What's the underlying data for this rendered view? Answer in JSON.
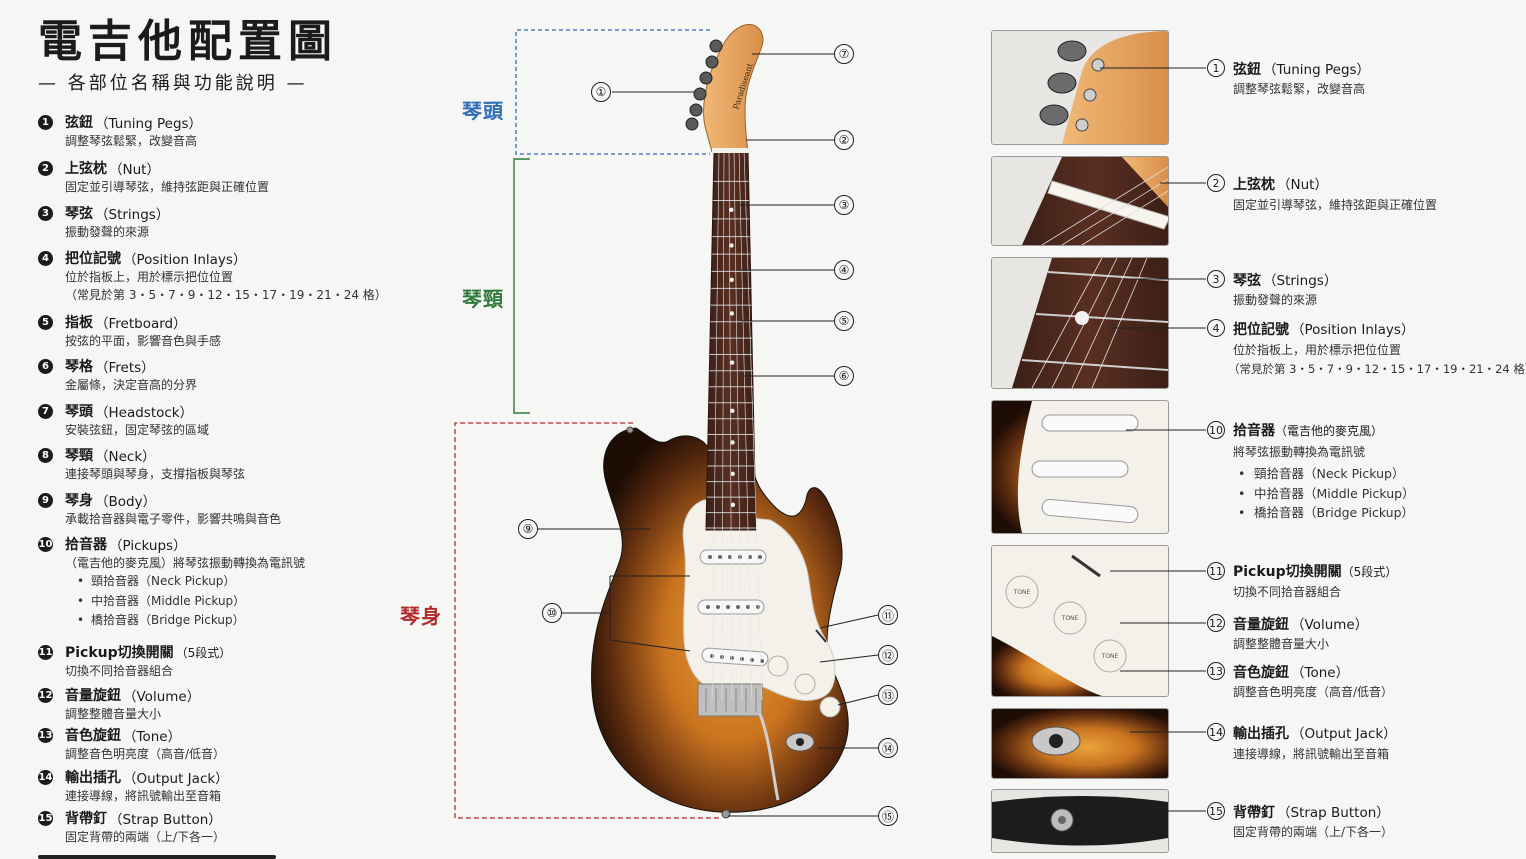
{
  "title": "電吉他配置圖",
  "subtitle": "— 各部位名稱與功能說明 —",
  "sections": {
    "headstock": "琴頭",
    "neck": "琴頸",
    "body": "琴身"
  },
  "parts": [
    {
      "num": "1",
      "name": "弦鈕",
      "en": "（Tuning Pegs）",
      "desc": "調整琴弦鬆緊，改變音高"
    },
    {
      "num": "2",
      "name": "上弦枕",
      "en": "（Nut）",
      "desc": "固定並引導琴弦，維持弦距與正確位置"
    },
    {
      "num": "3",
      "name": "琴弦",
      "en": "（Strings）",
      "desc": "振動發聲的來源"
    },
    {
      "num": "4",
      "name": "把位記號",
      "en": "（Position Inlays）",
      "desc": "位於指板上，用於標示把位位置",
      "desc2": "（常見於第 3・5・7・9・12・15・17・19・21・24 格）"
    },
    {
      "num": "5",
      "name": "指板",
      "en": "（Fretboard）",
      "desc": "按弦的平面，影響音色與手感"
    },
    {
      "num": "6",
      "name": "琴格",
      "en": "（Frets）",
      "desc": "金屬條，決定音高的分界"
    },
    {
      "num": "7",
      "name": "琴頭",
      "en": "（Headstock）",
      "desc": "安裝弦鈕，固定琴弦的區域"
    },
    {
      "num": "8",
      "name": "琴頸",
      "en": "（Neck）",
      "desc": "連接琴頭與琴身，支撐指板與琴弦"
    },
    {
      "num": "9",
      "name": "琴身",
      "en": "（Body）",
      "desc": "承載拾音器與電子零件，影響共鳴與音色"
    },
    {
      "num": "10",
      "name": "拾音器",
      "en": "（Pickups）",
      "desc": "（電吉他的麥克風）將琴弦振動轉換為電訊號",
      "bullets": [
        "頸拾音器（Neck Pickup）",
        "中拾音器（Middle Pickup）",
        "橋拾音器（Bridge Pickup）"
      ]
    },
    {
      "num": "11",
      "name": "Pickup切換開關",
      "en": "（5段式）",
      "desc": "切換不同拾音器組合"
    },
    {
      "num": "12",
      "name": "音量旋鈕",
      "en": "（Volume）",
      "desc": "調整整體音量大小"
    },
    {
      "num": "13",
      "name": "音色旋鈕",
      "en": "（Tone）",
      "desc": "調整音色明亮度（高音/低音）"
    },
    {
      "num": "14",
      "name": "輸出插孔",
      "en": "（Output Jack）",
      "desc": "連接導線，將訊號輸出至音箱"
    },
    {
      "num": "15",
      "name": "背帶釘",
      "en": "（Strap Button）",
      "desc": "固定背帶的兩端（上/下各一）"
    }
  ],
  "callouts": [
    "①",
    "②",
    "③",
    "④",
    "⑤",
    "⑥",
    "⑦",
    "⑨",
    "⑩",
    "⑪",
    "⑫",
    "⑬",
    "⑭",
    "⑮"
  ],
  "headstock_logo": "Paradiseant",
  "knob_label": "TONE",
  "right_panel": [
    {
      "num": "1",
      "name": "弦鈕",
      "en": "（Tuning Pegs）",
      "desc": "調整琴弦鬆緊，改變音高"
    },
    {
      "num": "2",
      "name": "上弦枕",
      "en": "（Nut）",
      "desc": "固定並引導琴弦，維持弦距與正確位置"
    },
    {
      "num": "3",
      "name": "琴弦",
      "en": "（Strings）",
      "desc": "振動發聲的來源"
    },
    {
      "num": "4",
      "name": "把位記號",
      "en": "（Position Inlays）",
      "desc": "位於指板上，用於標示把位位置",
      "desc2": "（常見於第 3・5・7・9・12・15・17・19・21・24 格）"
    },
    {
      "num": "10",
      "name": "拾音器",
      "en": "（電吉他的麥克風）",
      "desc": "將琴弦振動轉換為電訊號",
      "bullets": [
        "頸拾音器（Neck Pickup）",
        "中拾音器（Middle Pickup）",
        "橋拾音器（Bridge Pickup）"
      ]
    },
    {
      "num": "11",
      "name": "Pickup切換開關",
      "en": "（5段式）",
      "desc": "切換不同拾音器組合"
    },
    {
      "num": "12",
      "name": "音量旋鈕",
      "en": "（Volume）",
      "desc": "調整整體音量大小"
    },
    {
      "num": "13",
      "name": "音色旋鈕",
      "en": "（Tone）",
      "desc": "調整音色明亮度（高音/低音）"
    },
    {
      "num": "14",
      "name": "輸出插孔",
      "en": "（Output Jack）",
      "desc": "連接導線，將訊號輸出至音箱"
    },
    {
      "num": "15",
      "name": "背帶釘",
      "en": "（Strap Button）",
      "desc": "固定背帶的兩端（上/下各一）"
    }
  ],
  "colors": {
    "headstock_label": "#2f6db5",
    "neck_label": "#2f7a3a",
    "body_label": "#b02a2a"
  }
}
